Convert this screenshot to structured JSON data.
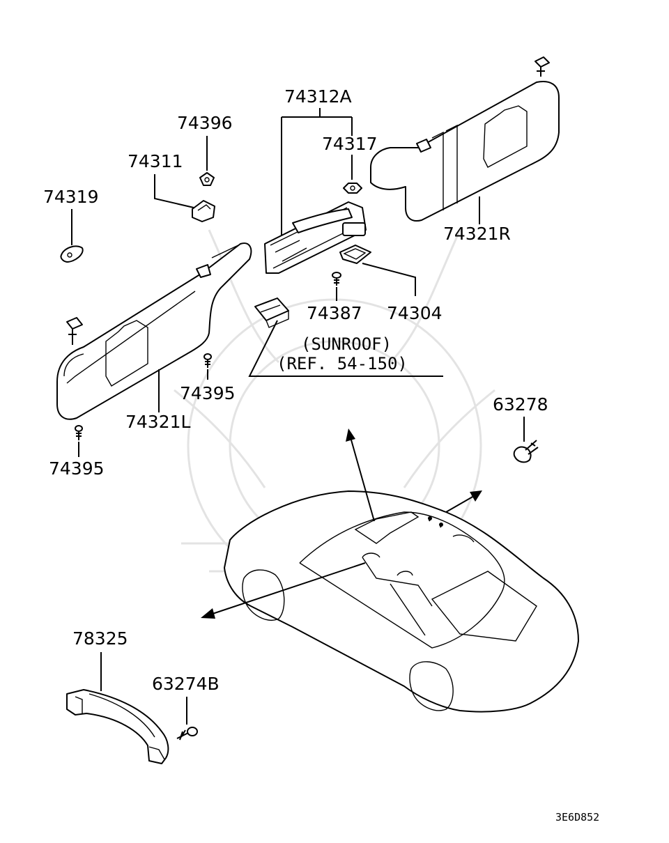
{
  "labels": {
    "p74312A": "74312A",
    "p74317": "74317",
    "p74396": "74396",
    "p74311": "74311",
    "p74319": "74319",
    "p74321R": "74321R",
    "p74387": "74387",
    "p74304": "74304",
    "sunroof_line1": "(SUNROOF)",
    "sunroof_line2": "(REF. 54-150)",
    "p74395_a": "74395",
    "p74321L": "74321L",
    "p74395_b": "74395",
    "p63278": "63278",
    "p78325": "78325",
    "p63274B": "63274B",
    "diagram_code": "3E6D852"
  },
  "colors": {
    "line": "#000000",
    "background": "#ffffff",
    "watermark": "#e3e3e3"
  }
}
